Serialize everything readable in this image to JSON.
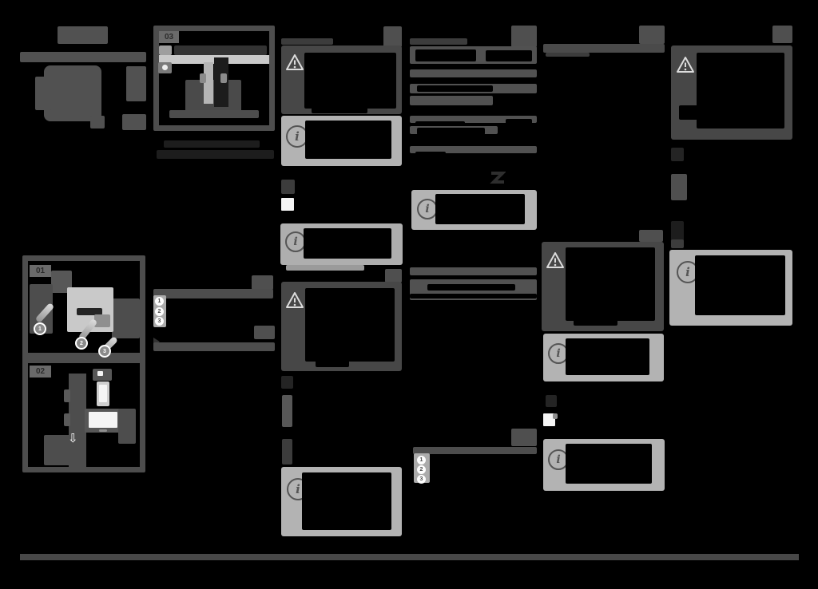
{
  "page": {
    "background_color": "#000000",
    "description_labels": {
      "figure_01": "01",
      "figure_02": "02",
      "figure_03": "03"
    }
  },
  "colors": {
    "redacted_text": "#515151",
    "warning_box_bg": "#474747",
    "info_box_bg": "#b3b3b3",
    "figure_frame": "#4d4d4d",
    "redacted_black": "#000000",
    "icon_stroke_light": "#dddddd",
    "icon_stroke_dark": "#555555"
  },
  "figures": {
    "fig01": {
      "label": "01",
      "callouts": [
        "1",
        "2",
        "3"
      ]
    },
    "fig02": {
      "label": "02",
      "arrow_symbol": "⇩"
    },
    "fig03": {
      "label": "03"
    }
  },
  "step_lists": {
    "column2": {
      "numbers": [
        "1",
        "2",
        "3"
      ]
    },
    "column4": {
      "numbers": [
        "1",
        "2",
        "3"
      ]
    }
  },
  "icons": {
    "info_glyph": "i"
  }
}
